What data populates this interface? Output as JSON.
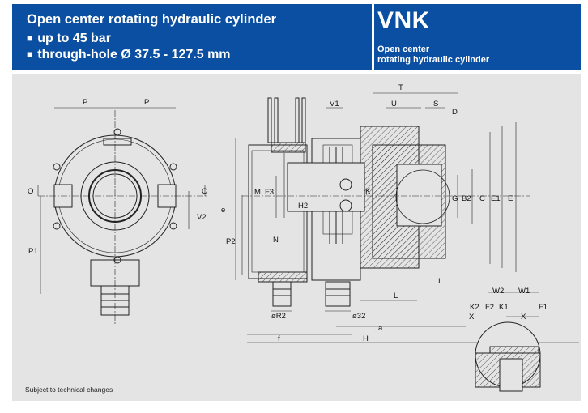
{
  "header": {
    "title": "Open center rotating hydraulic cylinder",
    "features": [
      "up to 45 bar",
      "through-hole Ø 37.5 - 127.5 mm"
    ],
    "bullet": "■"
  },
  "product": {
    "code": "VNK",
    "subtitle_line1": "Open center",
    "subtitle_line2": "rotating hydraulic cylinder"
  },
  "drawing": {
    "front_view": {
      "P_left": "P",
      "P_right": "P",
      "O_left": "O",
      "O_right": "O",
      "V2": "V2",
      "P1": "P1"
    },
    "section_view": {
      "T": "T",
      "U": "U",
      "S": "S",
      "D": "D",
      "V1": "V1",
      "M": "M",
      "F3": "F3",
      "H2": "H2",
      "N": "N",
      "K": "K",
      "G": "G",
      "B2": "B2",
      "C": "C",
      "E1": "E1",
      "E": "E",
      "e": "e",
      "P2": "P2",
      "R2": "øR2",
      "d32": "ø32",
      "L": "L",
      "I": "I",
      "a": "a",
      "f": "f",
      "H": "H"
    },
    "detail_view": {
      "W2": "W2",
      "W1": "W1",
      "K2": "K2",
      "F2": "F2",
      "K1": "K1",
      "F1": "F1",
      "X_left": "X",
      "X_right": "X"
    }
  },
  "footnote": "Subject to technical changes",
  "colors": {
    "header_blue": "#0a4fa1",
    "panel_gray": "#e4e4e4"
  }
}
